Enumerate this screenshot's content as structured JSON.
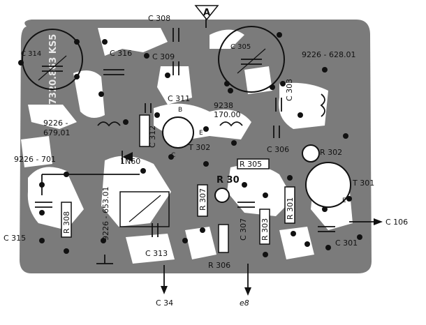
{
  "title_marker": "A",
  "board_text": "7320.863 KS5",
  "components": {
    "c308": "C 308",
    "c316": "C 316",
    "c309": "C 309",
    "c314": "C 314",
    "c305": "C 305",
    "c303": "C 303",
    "coil_628": "9226 - 628.01",
    "c311": "C 311",
    "coil_9238": "9238",
    "coil_9238_val": "170.00",
    "coil_679_a": "9226 -",
    "coil_679_b": "679,01",
    "c312": "C 312",
    "t302": "T 302",
    "c306": "C 306",
    "r302": "R 302",
    "coil_701": "9226 - 701",
    "diode": "1N60",
    "r305": "R 305",
    "r30x": "R 30",
    "t301": "T 301",
    "coil_653": "9226 - 653.01",
    "r307": "R 307",
    "r301": "R 301",
    "c315": "C 315",
    "r308": "R 308",
    "c307": "C 307",
    "r303": "R 303",
    "c301": "C 301",
    "c313": "C 313",
    "r306": "R 306",
    "pin_b": "B",
    "pin_e": "E",
    "pin_c": "C",
    "pin_e2": "E"
  },
  "terminals": {
    "c106": "C 106",
    "c34": "C 34",
    "e8": "e8"
  },
  "colors": {
    "board": "#7b7b7b",
    "copper": "#ffffff",
    "ink": "#111111"
  }
}
